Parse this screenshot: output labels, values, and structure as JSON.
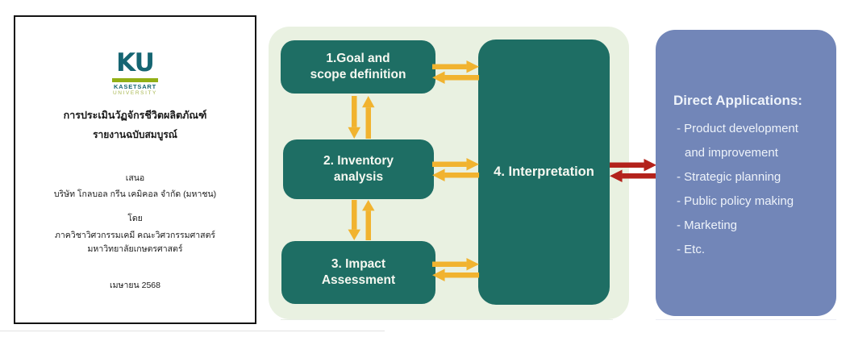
{
  "report_cover": {
    "logo": {
      "monogram": "KU",
      "university_name_line1": "KASETSART",
      "university_name_line2": "UNIVERSITY"
    },
    "title_line1": "การประเมินวัฏจักรชีวิตผลิตภัณฑ์",
    "title_line2": "รายงานฉบับสมบูรณ์",
    "submitted_to_label": "เสนอ",
    "submitted_to": "บริษัท โกลบอล กรีน เคมิคอล จำกัด (มหาชน)",
    "by_label": "โดย",
    "author_line1": "ภาควิชาวิศวกรรมเคมี คณะวิศวกรรมศาสตร์",
    "author_line2": "มหาวิทยาลัยเกษตรศาสตร์",
    "date": "เมษายน 2568"
  },
  "lca_diagram": {
    "steps": [
      {
        "label": "1.Goal and scope definition",
        "lines": [
          "1.Goal and",
          "scope definition"
        ]
      },
      {
        "label": "2. Inventory analysis",
        "lines": [
          "2. Inventory",
          "analysis"
        ]
      },
      {
        "label": "3. Impact Assessment",
        "lines": [
          "3. Impact",
          "Assessment"
        ]
      },
      {
        "label": "4. Interpretation",
        "lines": [
          "4. Interpretation"
        ]
      }
    ],
    "arrows": {
      "between_steps": "bidirectional-yellow",
      "interpretation_to_applications": "bidirectional-red"
    }
  },
  "applications": {
    "title": "Direct Applications:",
    "lines": [
      "- Product development",
      "and improvement",
      "- Strategic planning",
      "- Public policy making",
      "- Marketing",
      "- Etc."
    ]
  },
  "colors": {
    "step_teal": "#1e6e64",
    "panel_green": "#e9f1e1",
    "arrow_yellow": "#f1b32f",
    "arrow_red": "#b3221b",
    "applications_blue": "#7286b8",
    "logo_teal": "#156572",
    "logo_green": "#92af15"
  }
}
